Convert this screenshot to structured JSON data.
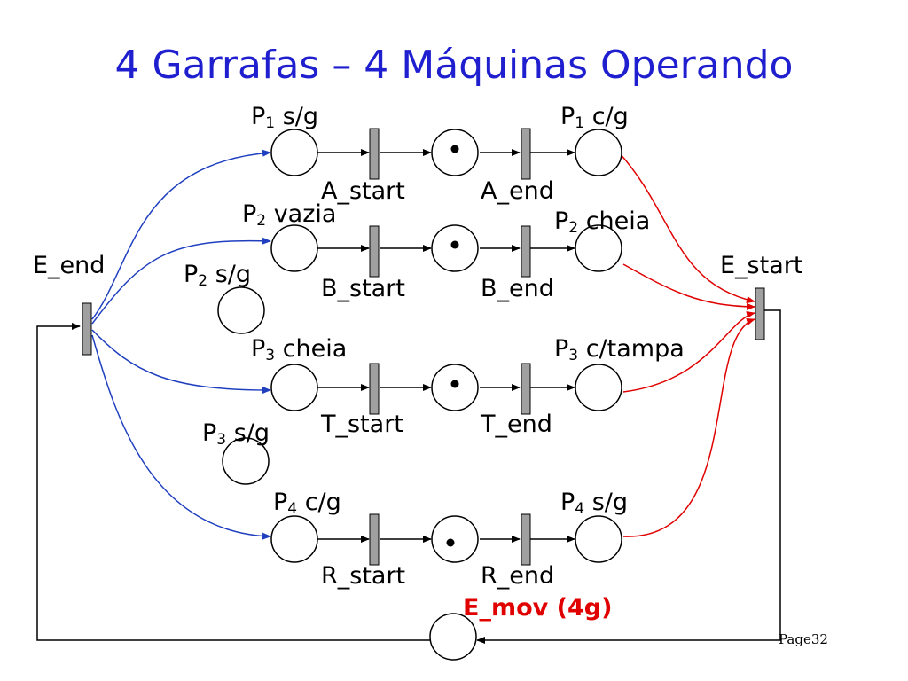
{
  "title": "4 Garrafas – 4 Máquinas Operando",
  "page": "Page32",
  "colors": {
    "title": "#1f1fcf",
    "input_arcs": "#1f3fbf",
    "output_arcs": "#e00000",
    "transition_fill": "#a0a0a0"
  },
  "places": {
    "p1_sg": {
      "name": "P",
      "sub": "1",
      "rest": " s/g"
    },
    "p1_cg": {
      "name": "P",
      "sub": "1",
      "rest": " c/g"
    },
    "p2_vazia": {
      "name": "P",
      "sub": "2",
      "rest": " vazia"
    },
    "p2_cheia": {
      "name": "P",
      "sub": "2",
      "rest": " cheia"
    },
    "p2_sg": {
      "name": "P",
      "sub": "2",
      "rest": " s/g"
    },
    "p3_cheia": {
      "name": "P",
      "sub": "3",
      "rest": " cheia"
    },
    "p3_ctampa": {
      "name": "P",
      "sub": "3",
      "rest": " c/tampa"
    },
    "p3_sg": {
      "name": "P",
      "sub": "3",
      "rest": " s/g"
    },
    "p4_cg": {
      "name": "P",
      "sub": "4",
      "rest": " c/g"
    },
    "p4_sg": {
      "name": "P",
      "sub": "4",
      "rest": " s/g"
    },
    "e_mov": "E_mov (4g)"
  },
  "transitions": {
    "a_start": "A_start",
    "a_end": "A_end",
    "b_start": "B_start",
    "b_end": "B_end",
    "t_start": "T_start",
    "t_end": "T_end",
    "r_start": "R_start",
    "r_end": "R_end",
    "e_end": "E_end",
    "e_start": "E_start"
  }
}
